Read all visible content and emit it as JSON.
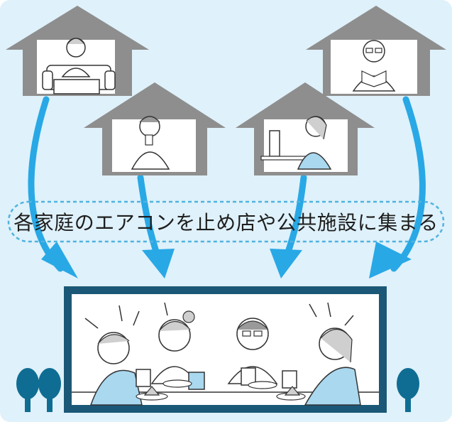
{
  "caption": "各家庭のエアコンを止め店や公共施設に集まる",
  "colors": {
    "background": "#dff1fa",
    "roof": "#8e8e8e",
    "arrow": "#29a8e6",
    "frame": "#1b5877",
    "tree": "#0f6d93",
    "dashed_outline": "#4fb3e0"
  },
  "icons": [
    "house-tv-viewer",
    "house-drinking-person",
    "house-computer-user",
    "house-reading-person",
    "arrow-down-curved",
    "gathering-scene",
    "tree"
  ]
}
